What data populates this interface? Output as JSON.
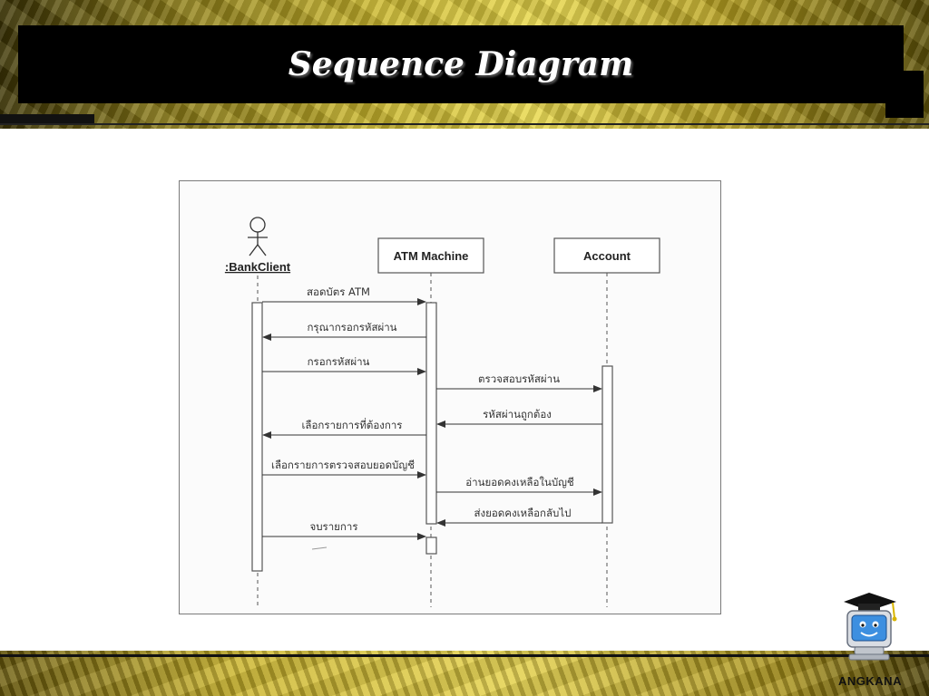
{
  "slide": {
    "title": "Sequence Diagram",
    "brand": "ANGKANA"
  },
  "diagram": {
    "actor": {
      "label": ":BankClient"
    },
    "objects": [
      {
        "label": "ATM Machine"
      },
      {
        "label": "Account"
      }
    ],
    "messages": [
      {
        "from": "client",
        "to": "atm",
        "label": "สอดบัตร ATM"
      },
      {
        "from": "atm",
        "to": "client",
        "label": "กรุณากรอกรหัสผ่าน"
      },
      {
        "from": "client",
        "to": "atm",
        "label": "กรอกรหัสผ่าน"
      },
      {
        "from": "atm",
        "to": "account",
        "label": "ตรวจสอบรหัสผ่าน"
      },
      {
        "from": "account",
        "to": "atm",
        "label": "รหัสผ่านถูกต้อง"
      },
      {
        "from": "atm",
        "to": "client",
        "label": "เลือกรายการที่ต้องการ"
      },
      {
        "from": "client",
        "to": "atm",
        "label": "เลือกรายการตรวจสอบยอดบัญชี"
      },
      {
        "from": "atm",
        "to": "account",
        "label": "อ่านยอดคงเหลือในบัญชี"
      },
      {
        "from": "account",
        "to": "atm",
        "label": "ส่งยอดคงเหลือกลับไป"
      },
      {
        "from": "client",
        "to": "atm",
        "label": "จบรายการ"
      }
    ]
  },
  "icons": {
    "mascot": "graduate-computer-mascot-icon",
    "actor": "stick-figure-actor-icon"
  }
}
